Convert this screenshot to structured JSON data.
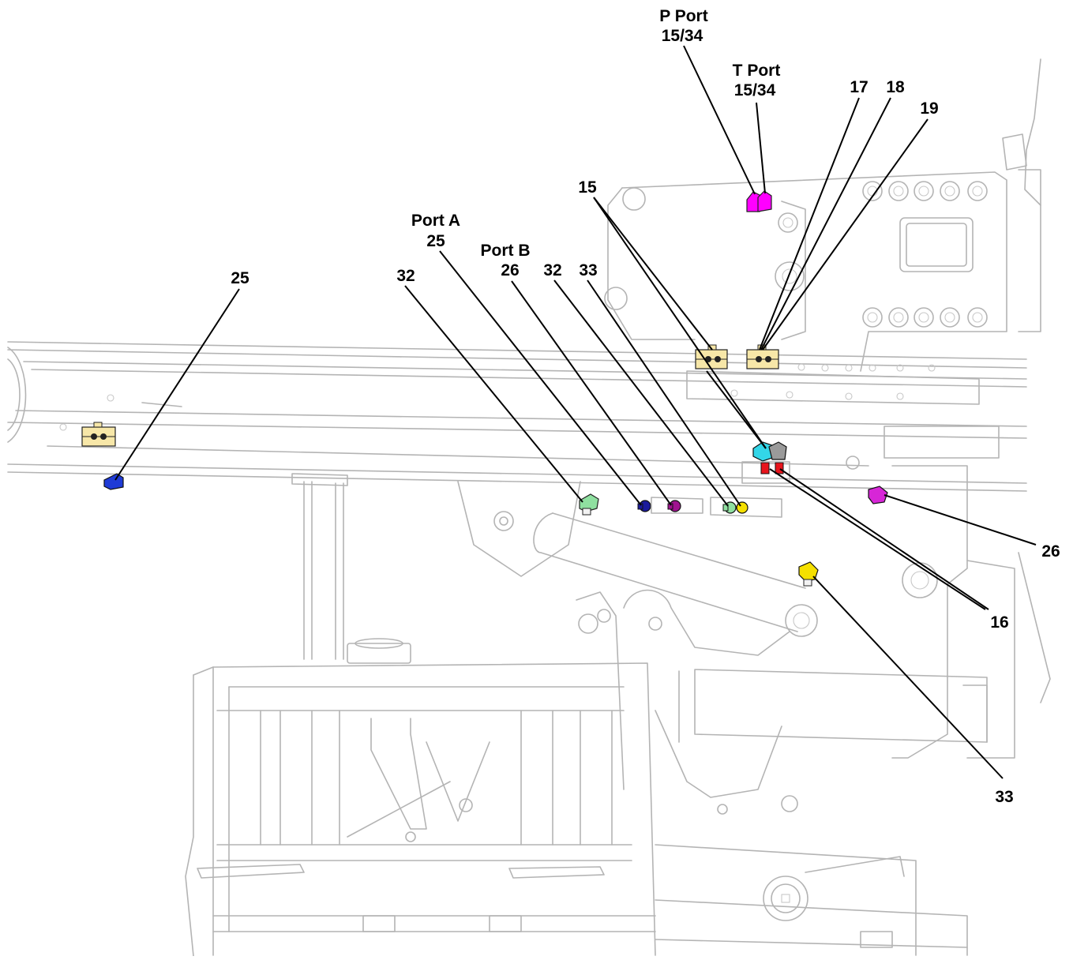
{
  "callouts": {
    "p_port": {
      "title": "P Port",
      "num": "15/34"
    },
    "t_port": {
      "title": "T Port",
      "num": "15/34"
    },
    "port_a": {
      "title": "Port A",
      "num": "25"
    },
    "port_b": {
      "title": "Port B",
      "num": "26"
    },
    "n17": "17",
    "n18": "18",
    "n19": "19",
    "n15": "15",
    "n25_left": "25",
    "n32_left": "32",
    "n32_mid": "32",
    "n33_mid": "33",
    "n26_right": "26",
    "n16": "16",
    "n33_bottom": "33"
  },
  "fitting_colors": {
    "p_t_ports": "#ff00ff",
    "port_a": "#1a1a9c",
    "port_b": "#a0138f",
    "fitting_32": "#8fe0a0",
    "fitting_33": "#f5e000",
    "fitting_15": "#33d6e8",
    "fitting_16": "#e8141c",
    "fitting_18_19": "#9a9a9a",
    "fitting_25_left": "#1f3bd6",
    "fitting_26_right": "#d726d7",
    "clamp_blocks": "#f7e7a8"
  }
}
